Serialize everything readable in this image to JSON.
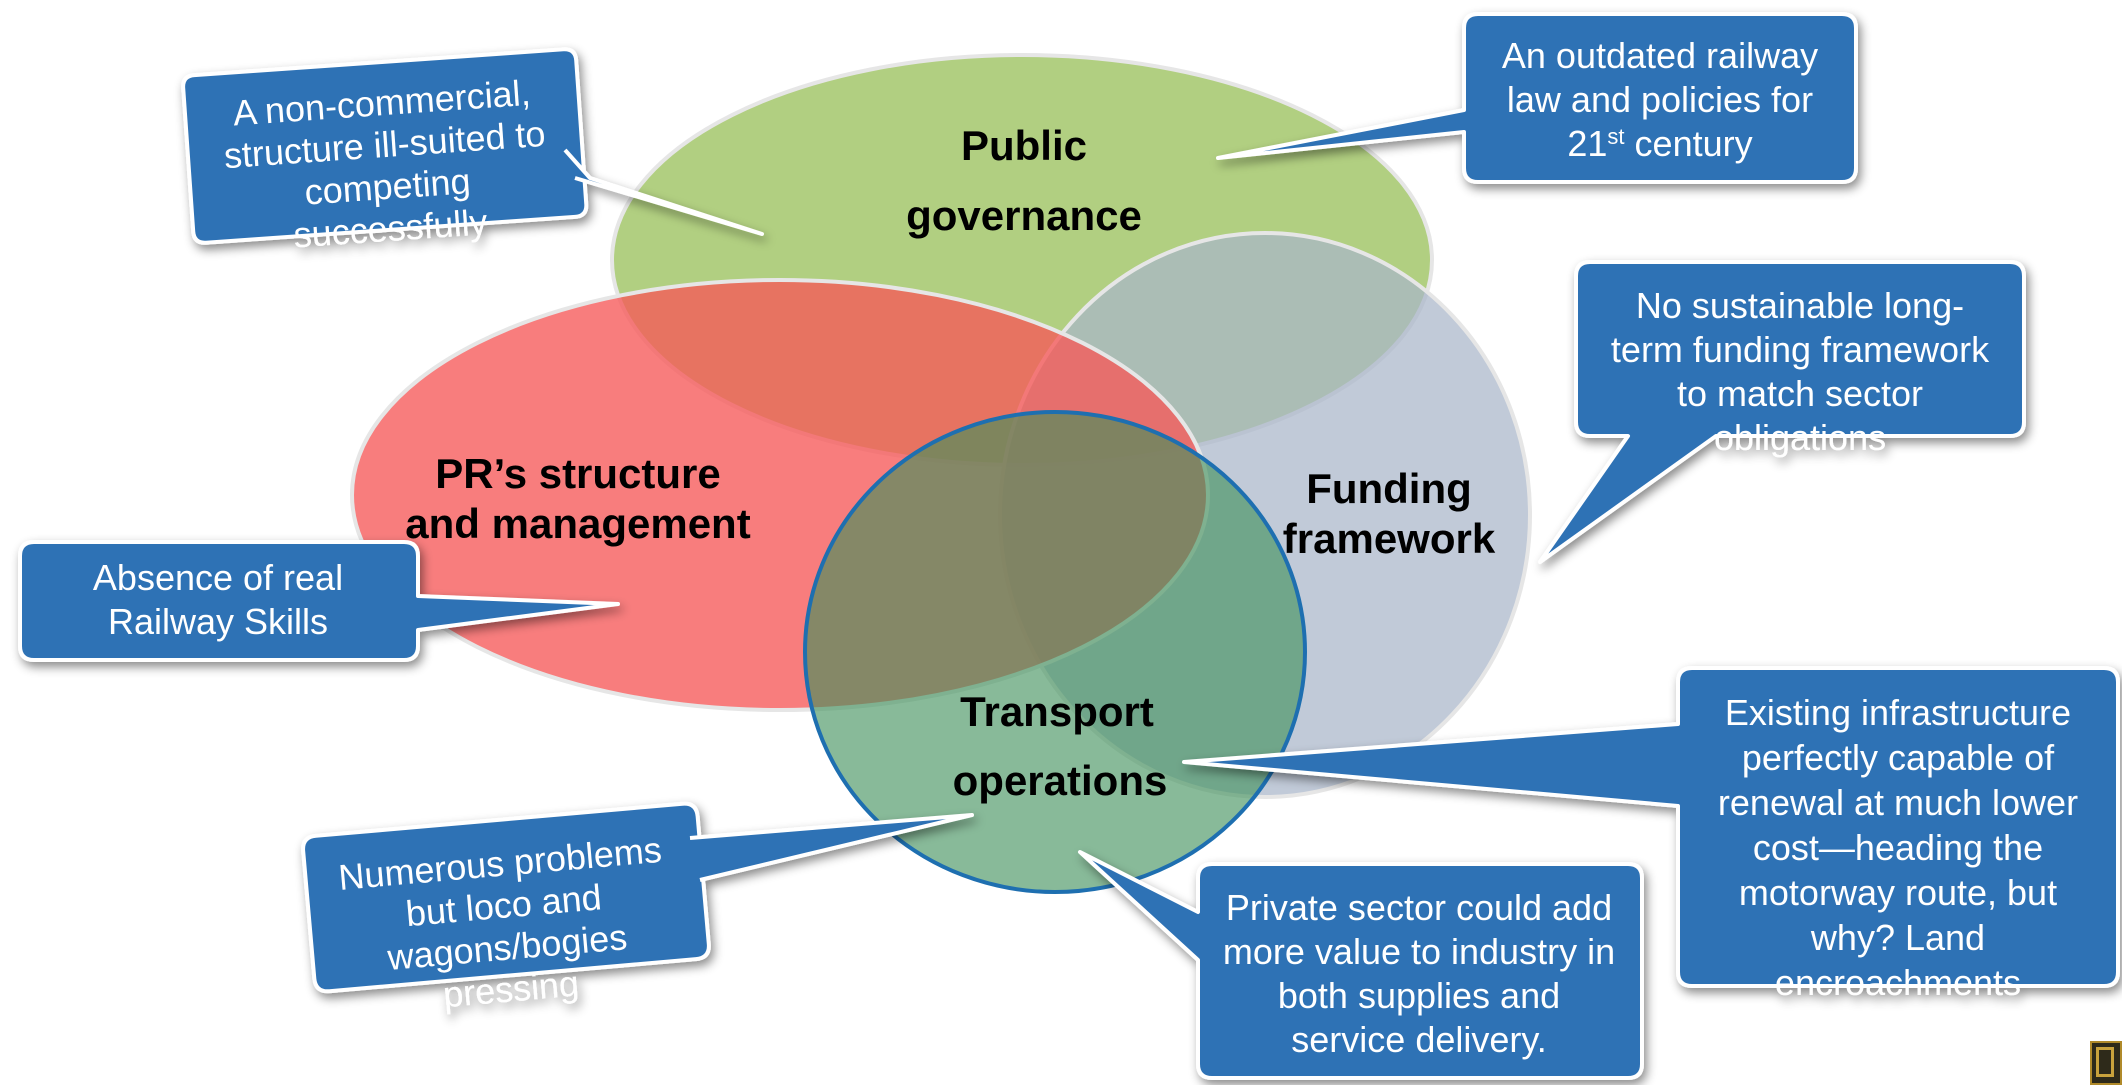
{
  "diagram": {
    "circles": {
      "public_governance": {
        "label_line1": "Public",
        "label_line2": "governance",
        "color": "#9bc25e"
      },
      "pr_structure": {
        "label_line1": "PR’s structure",
        "label_line2": "and management",
        "color": "#f65858"
      },
      "funding_framework": {
        "label_line1": "Funding",
        "label_line2": "framework",
        "color": "#a9b6c9"
      },
      "transport_operations": {
        "label_line1": "Transport",
        "label_line2": "operations",
        "color": "#3f8f5a"
      }
    },
    "callouts": {
      "non_commercial": {
        "line1": "A non-commercial,",
        "line2": "structure ill-suited to",
        "line3": "competing",
        "line4": "successfully"
      },
      "outdated_law": {
        "line1": "An outdated railway",
        "line2": "law and policies for",
        "line3_pre": "21",
        "line3_sup": "st",
        "line3_post": " century"
      },
      "funding": {
        "line1": "No sustainable long-",
        "line2": "term funding framework",
        "line3": "to match sector",
        "line4": "obligations"
      },
      "skills": {
        "line1": "Absence of real",
        "line2": "Railway Skills"
      },
      "infrastructure": {
        "line1": "Existing infrastructure",
        "line2": "perfectly capable of",
        "line3": "renewal at much lower",
        "line4": "cost—heading the",
        "line5": "motorway route, but",
        "line6": "why? Land",
        "line7": "encroachments"
      },
      "numerous_problems": {
        "line1": "Numerous problems",
        "line2": "but loco and",
        "line3": "wagons/bogies",
        "line4": "pressing"
      },
      "private_sector": {
        "line1": "Private sector could add",
        "line2": "more value to industry in",
        "line3": "both supplies and",
        "line4": "service delivery."
      }
    },
    "colors": {
      "callout_fill": "#2f72b5",
      "callout_stroke": "#ffffff",
      "ellipse_outline": "#dddddd",
      "transport_outline": "#1e6fb0"
    }
  }
}
